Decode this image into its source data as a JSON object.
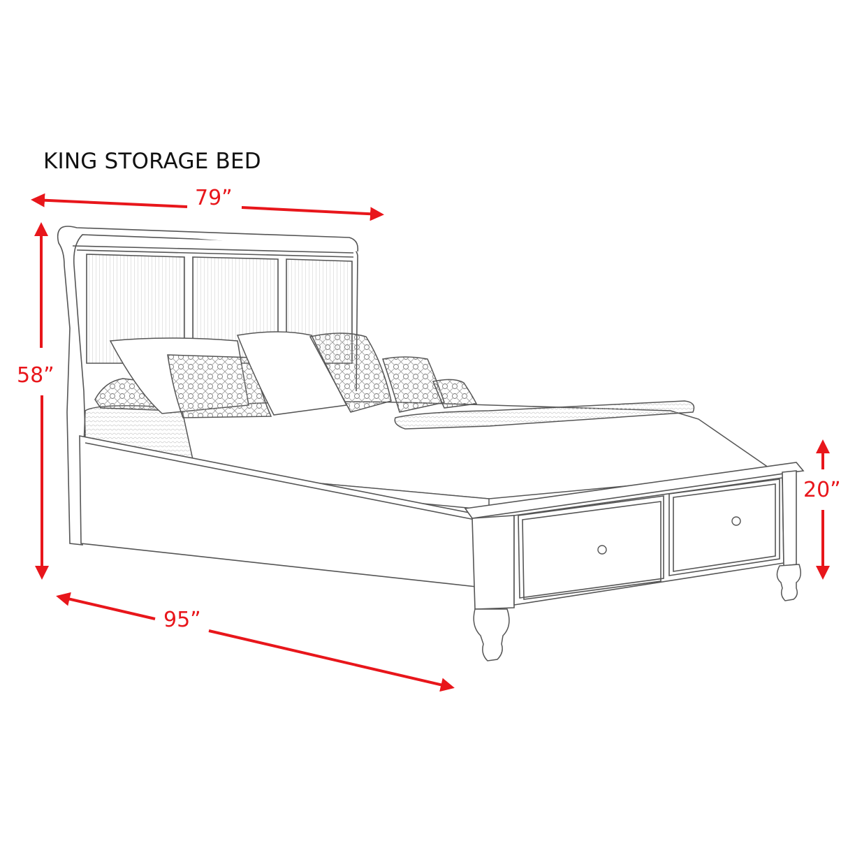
{
  "title": "KING STORAGE BED",
  "dimensions": {
    "width": {
      "label": "79”",
      "value": 79,
      "unit": "in",
      "axis": "width"
    },
    "height": {
      "label": "58”",
      "value": 58,
      "unit": "in",
      "axis": "headboard height"
    },
    "footboard_height": {
      "label": "20”",
      "value": 20,
      "unit": "in",
      "axis": "footboard height"
    },
    "length": {
      "label": "95”",
      "value": 95,
      "unit": "in",
      "axis": "length"
    }
  },
  "colors": {
    "dimension_red": "#e8161b",
    "line_art": "#555555",
    "background": "#ffffff"
  },
  "product": {
    "features": [
      "sleigh headboard",
      "three headboard panels",
      "two footboard storage drawers",
      "turned bun feet"
    ]
  }
}
